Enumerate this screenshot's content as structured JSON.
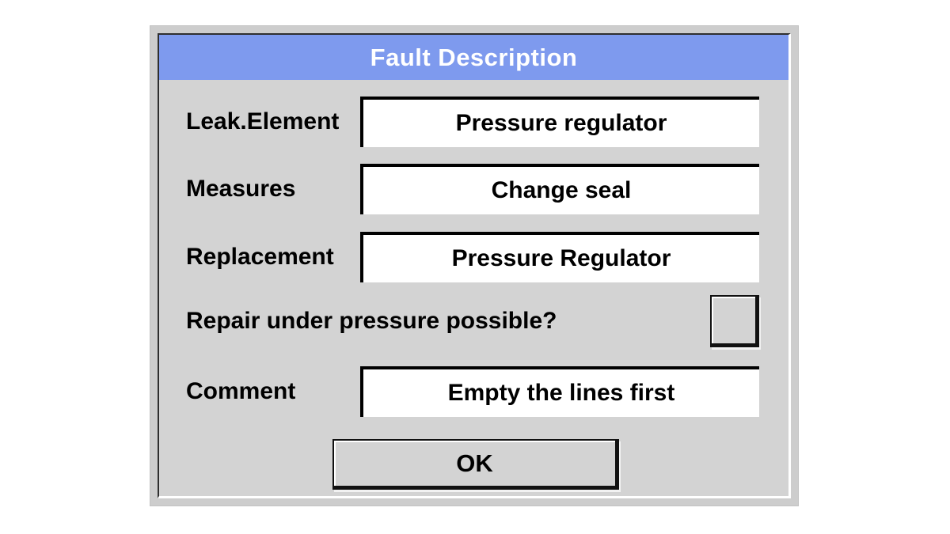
{
  "dialog": {
    "title": "Fault Description",
    "fields": [
      {
        "label": "Leak.Element",
        "value": "Pressure regulator"
      },
      {
        "label": "Measures",
        "value": "Change seal"
      },
      {
        "label": "Replacement",
        "value": "Pressure Regulator"
      },
      {
        "label": "Comment",
        "value": "Empty the lines first"
      }
    ],
    "checkbox": {
      "label": "Repair under pressure possible?",
      "checked": false
    },
    "ok_button": {
      "label": "OK"
    },
    "colors": {
      "header_bg": "#7E9AEE",
      "header_text": "#FFFFFF",
      "dialog_bg": "#D3D3D3",
      "frame_bg": "#CDCDCD",
      "field_bg": "#FFFFFF",
      "text": "#000000"
    }
  }
}
